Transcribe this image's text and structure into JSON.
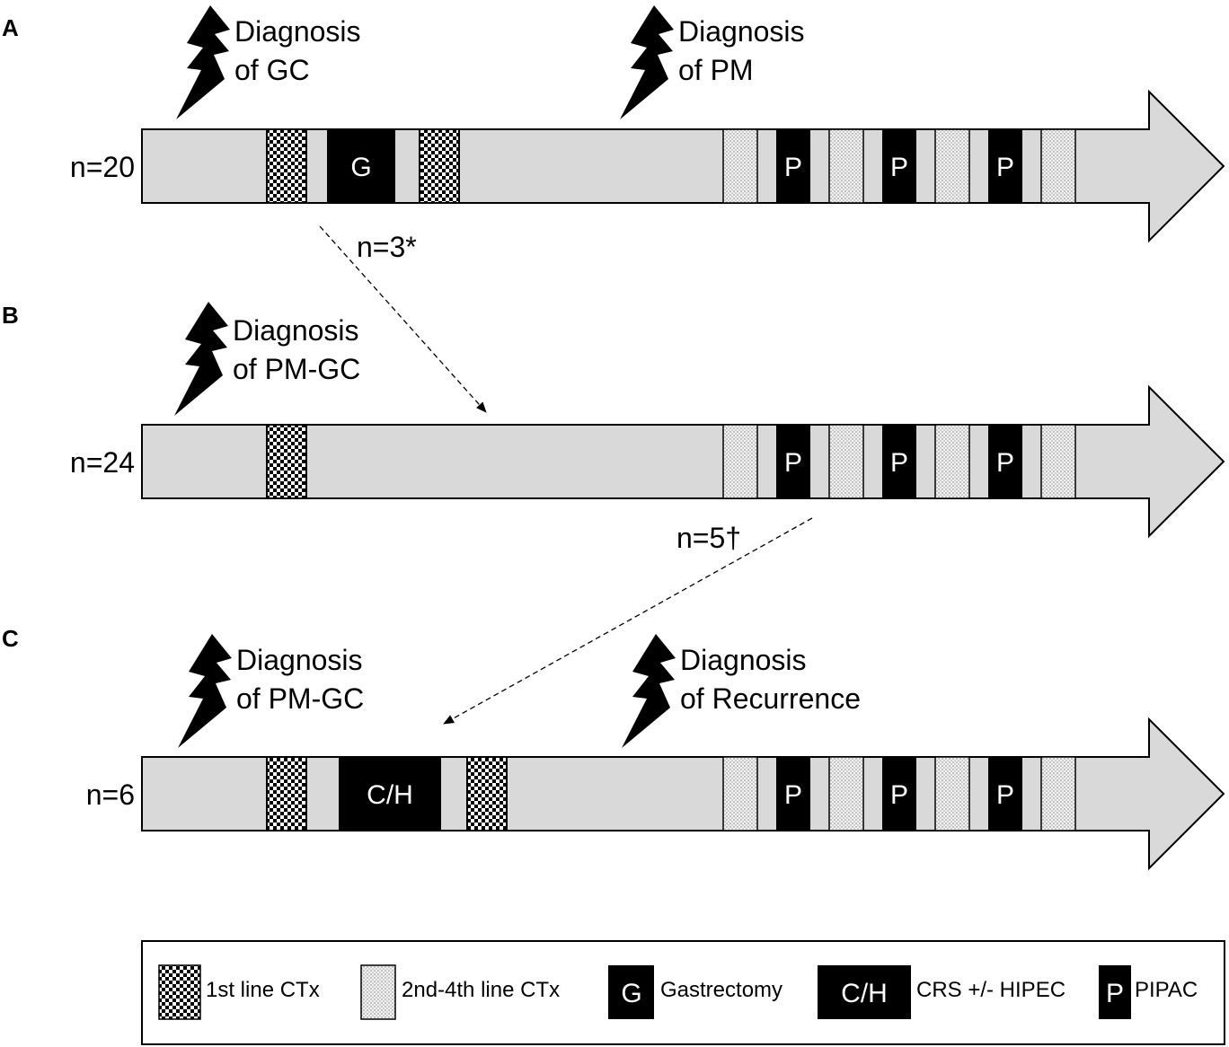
{
  "panels": {
    "a": {
      "letter": "A",
      "n": "n=20",
      "diag1": [
        "Diagnosis",
        "of GC"
      ],
      "diag2": [
        "Diagnosis",
        "of PM"
      ]
    },
    "b": {
      "letter": "B",
      "n": "n=24",
      "diag1": [
        "Diagnosis",
        "of PM-GC"
      ]
    },
    "c": {
      "letter": "C",
      "n": "n=6",
      "diag1": [
        "Diagnosis",
        "of PM-GC"
      ],
      "diag2": [
        "Diagnosis",
        "of Recurrence"
      ]
    }
  },
  "blocks": {
    "g": "G",
    "p": "P",
    "ch": "C/H"
  },
  "transfers": {
    "ab": "n=3*",
    "bc": "n=5†"
  },
  "legend": {
    "first_line": "1st line CTx",
    "later_lines": "2nd-4th line CTx",
    "g_symbol": "G",
    "gastrectomy": "Gastrectomy",
    "ch_symbol": "C/H",
    "crs": "CRS +/- HIPEC",
    "p_symbol": "P",
    "pipac": "PIPAC"
  },
  "colors": {
    "arrow_fill": "#d9d9d9",
    "black": "#000000"
  },
  "icons": [
    "lightning-bolt-icon",
    "checkerboard-pattern",
    "dotted-pattern"
  ]
}
